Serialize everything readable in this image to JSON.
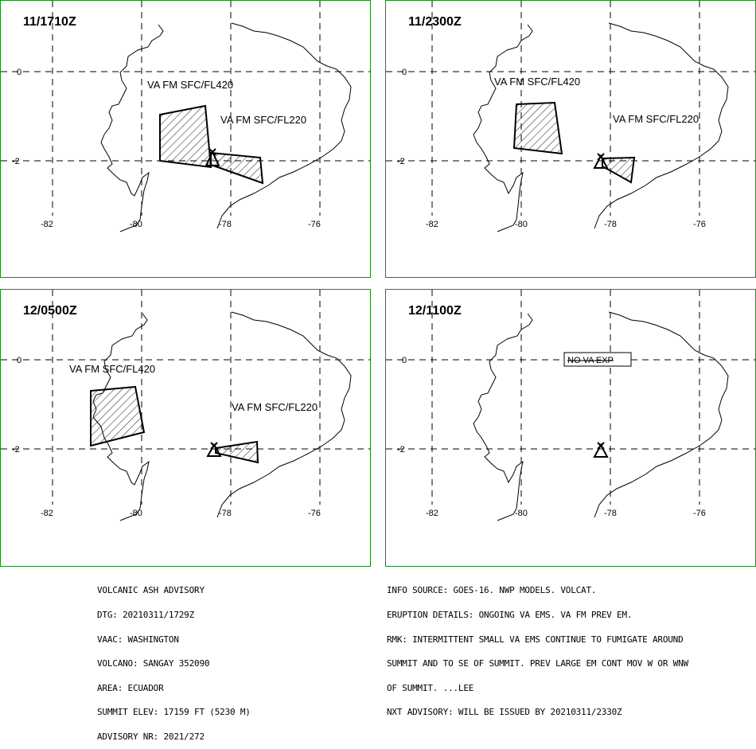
{
  "panels": [
    {
      "time": "11/1710Z",
      "labels": [
        "VA FM SFC/FL420",
        "VA FM SFC/FL220"
      ],
      "no_va": ""
    },
    {
      "time": "11/2300Z",
      "labels": [
        "VA FM SFC/FL420",
        "VA FM SFC/FL220"
      ],
      "no_va": ""
    },
    {
      "time": "12/0500Z",
      "labels": [
        "VA FM SFC/FL420",
        "VA FM SFC/FL220"
      ],
      "no_va": ""
    },
    {
      "time": "12/1100Z",
      "labels": [],
      "no_va": "NO VA EXP"
    }
  ],
  "axes": {
    "lat_ticks": [
      "0",
      "-2"
    ],
    "lon_ticks": [
      "-82",
      "-80",
      "-78",
      "-76"
    ]
  },
  "advisory": {
    "title": "VOLCANIC ASH ADVISORY",
    "dtg": "DTG: 20210311/1729Z",
    "vaac": "VAAC: WASHINGTON",
    "volcano": "VOLCANO: SANGAY 352090",
    "area": "AREA: ECUADOR",
    "summit": "SUMMIT ELEV: 17159 FT (5230 M)",
    "nr": "ADVISORY NR: 2021/272"
  },
  "remarks": {
    "info_source": "INFO SOURCE: GOES-16. NWP MODELS. VOLCAT.",
    "eruption": "ERUPTION DETAILS: ONGOING VA EMS. VA FM PREV EM.",
    "rmk1": "RMK: INTERMITTENT SMALL VA EMS CONTINUE TO FUMIGATE AROUND",
    "rmk2": "SUMMIT AND TO SE OF SUMMIT. PREV LARGE EM CONT MOV W OR WNW",
    "rmk3": "OF SUMMIT. ...LEE",
    "next": "NXT ADVISORY: WILL BE ISSUED BY 20210311/2330Z"
  },
  "colors": {
    "frame": "#1b8a1b",
    "lines": "#000000"
  }
}
